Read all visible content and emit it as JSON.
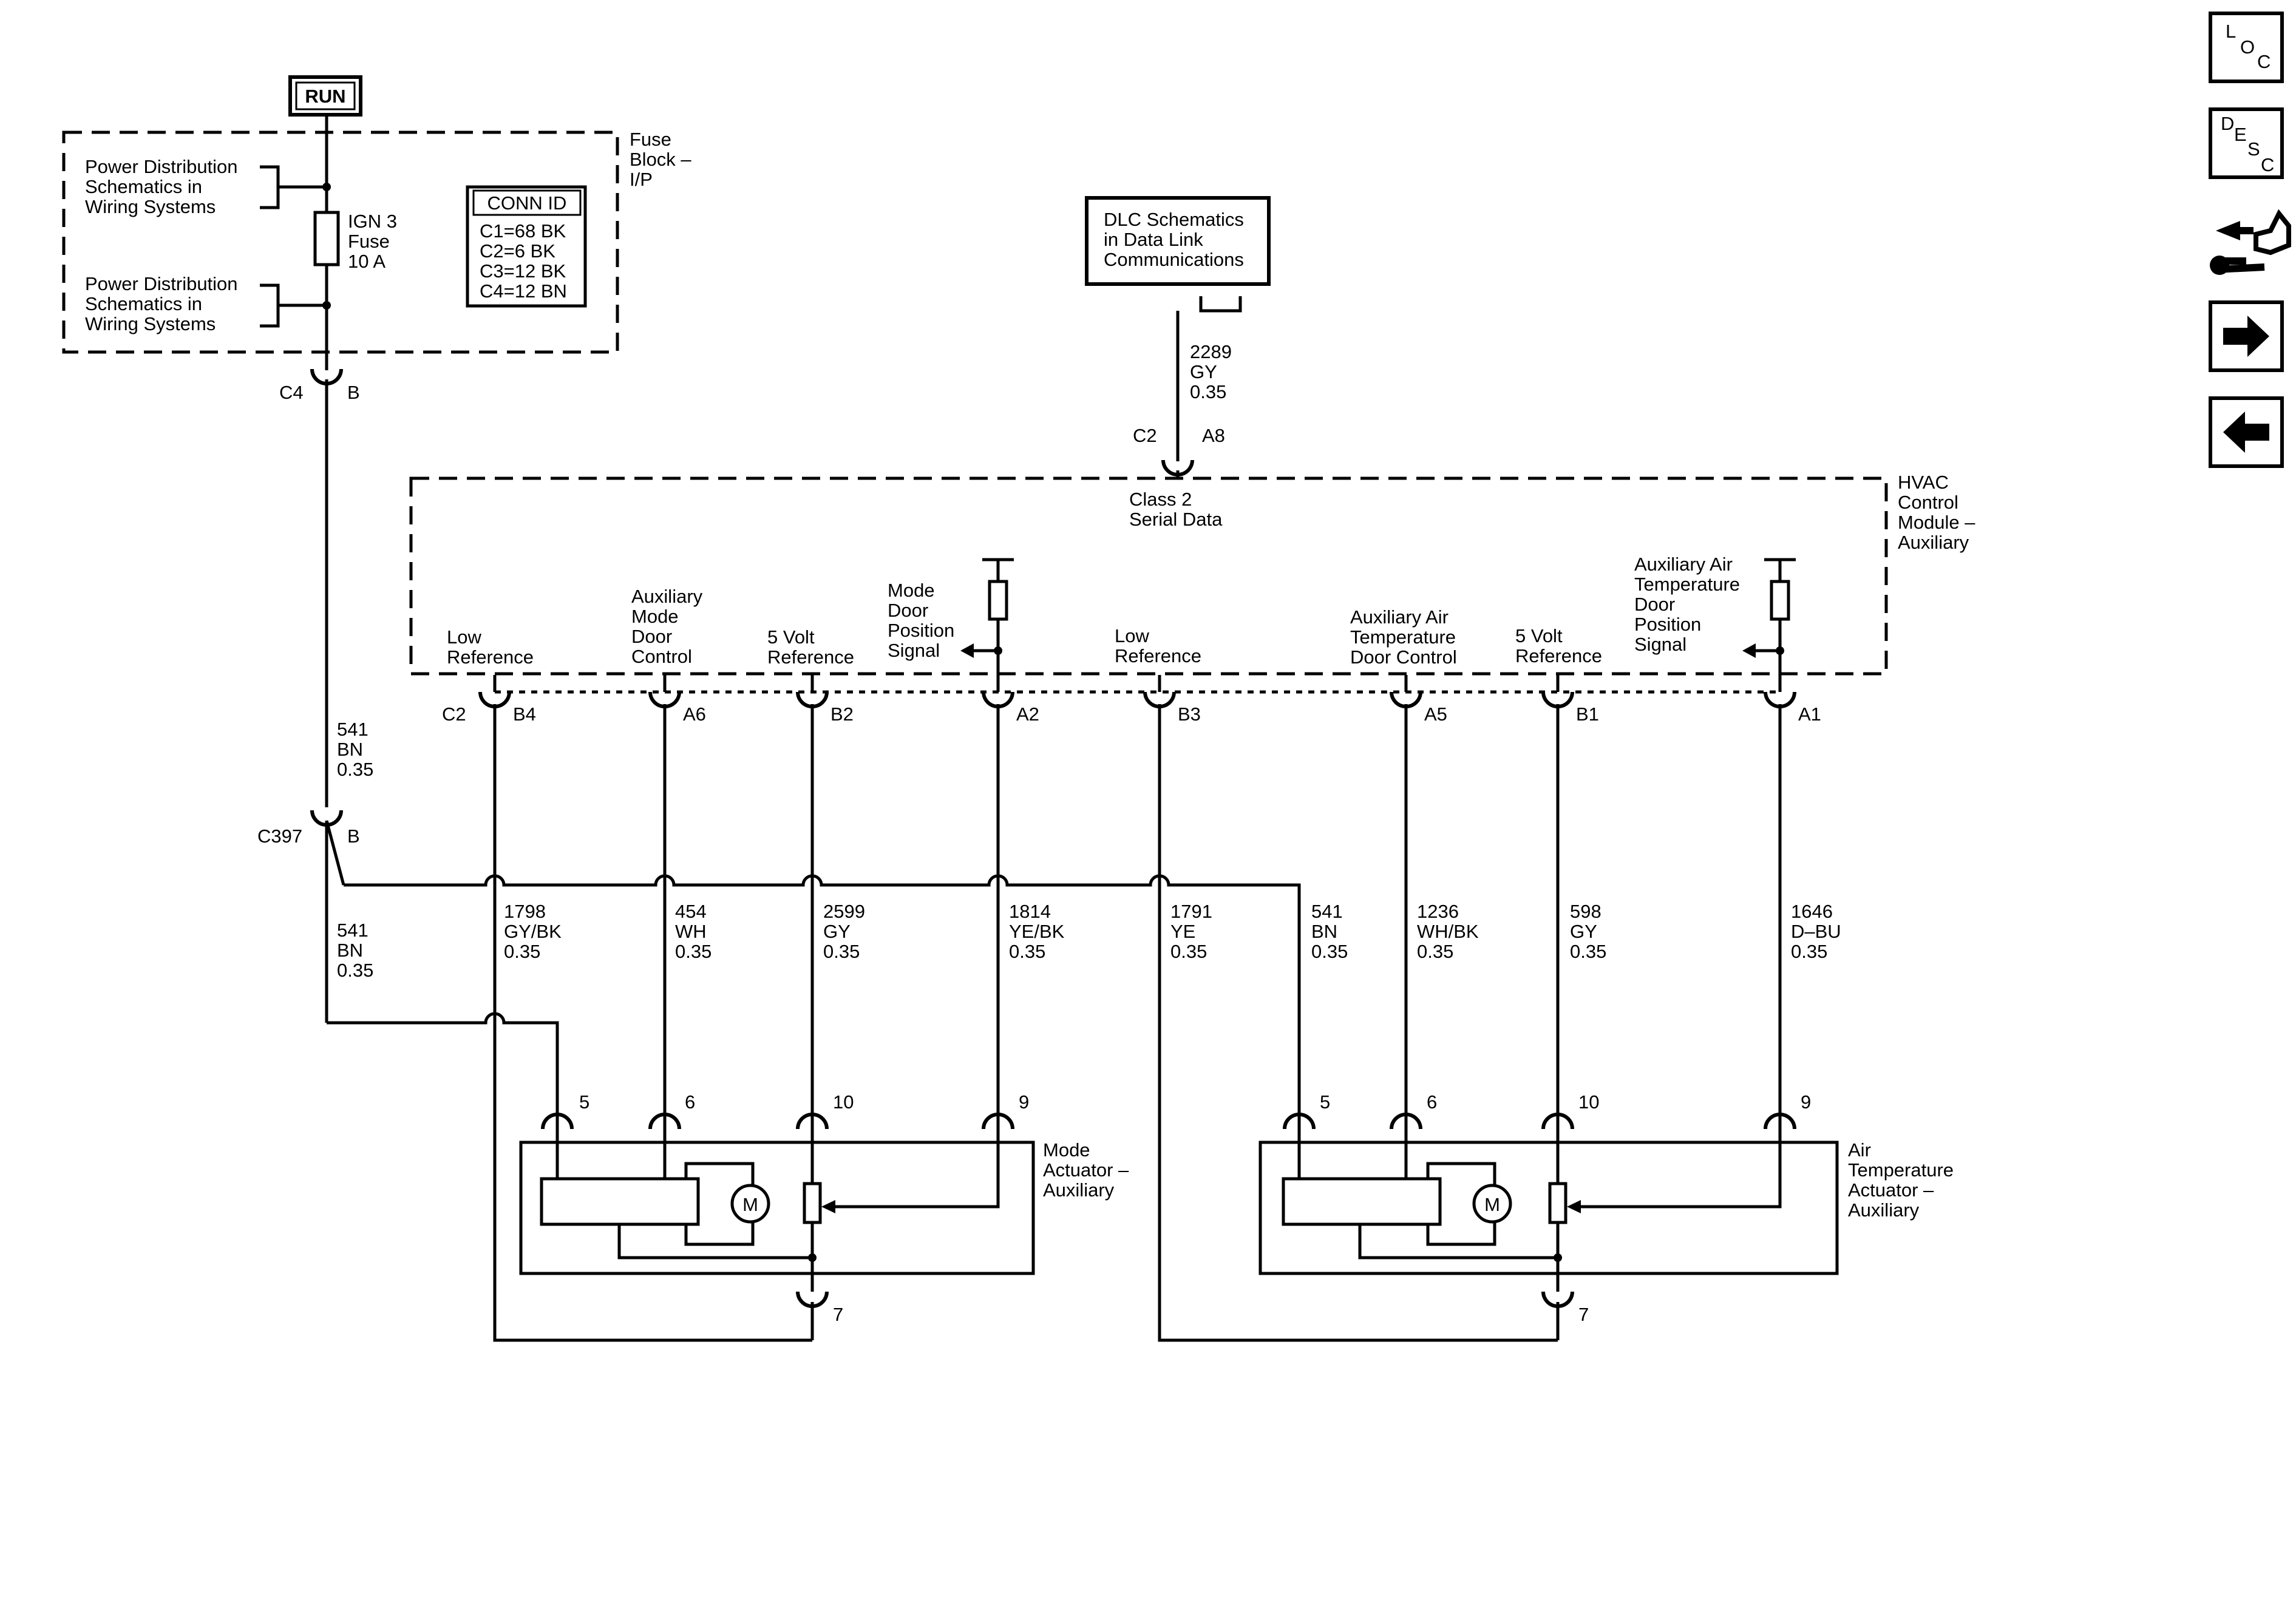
{
  "power": {
    "run_label": "RUN"
  },
  "fuse_block": {
    "label_lines": [
      "Fuse",
      "Block –",
      "I/P"
    ],
    "pd_refs": [
      [
        "Power Distribution",
        "Schematics in",
        "Wiring Systems"
      ],
      [
        "Power Distribution",
        "Schematics in",
        "Wiring Systems"
      ]
    ],
    "fuse_lines": [
      "IGN 3",
      "Fuse",
      "10 A"
    ],
    "conn_id": {
      "title": "CONN ID",
      "rows": [
        "C1=68 BK",
        "C2=6 BK",
        "C3=12 BK",
        "C4=12 BN"
      ]
    }
  },
  "connectors": {
    "c4": "C4",
    "c4_pin": "B",
    "c397": "C397",
    "c397_pin": "B",
    "c2_top": "C2",
    "c2_top_pin": "A8",
    "c2_bottom": "C2"
  },
  "dlc": {
    "lines": [
      "DLC Schematics",
      "in Data Link",
      "Communications"
    ]
  },
  "wire_2289": [
    "2289",
    "GY",
    "0.35"
  ],
  "wire_541_upper": [
    "541",
    "BN",
    "0.35"
  ],
  "wire_541_lower": [
    "541",
    "BN",
    "0.35"
  ],
  "hvac_module": {
    "label_lines": [
      "HVAC",
      "Control",
      "Module –",
      "Auxiliary"
    ],
    "serial_data": [
      "Class 2",
      "Serial Data"
    ],
    "circuits": [
      {
        "pin": "B4",
        "label": [
          "Low",
          "Reference"
        ],
        "wire": [
          "1798",
          "GY/BK",
          "0.35"
        ]
      },
      {
        "pin": "A6",
        "label": [
          "Auxiliary",
          "Mode",
          "Door",
          "Control"
        ],
        "wire": [
          "454",
          "WH",
          "0.35"
        ]
      },
      {
        "pin": "B2",
        "label": [
          "5 Volt",
          "Reference"
        ],
        "wire": [
          "2599",
          "GY",
          "0.35"
        ]
      },
      {
        "pin": "A2",
        "label": [
          "Mode",
          "Door",
          "Position",
          "Signal"
        ],
        "wire": [
          "1814",
          "YE/BK",
          "0.35"
        ]
      },
      {
        "pin": "B3",
        "label": [
          "Low",
          "Reference"
        ],
        "wire": [
          "1791",
          "YE",
          "0.35"
        ]
      },
      {
        "pin": "A5",
        "label": [
          "Auxiliary Air",
          "Temperature",
          "Door Control"
        ],
        "wire": [
          "1236",
          "WH/BK",
          "0.35"
        ]
      },
      {
        "pin": "B1",
        "label": [
          "5 Volt",
          "Reference"
        ],
        "wire": [
          "598",
          "GY",
          "0.35"
        ]
      },
      {
        "pin": "A1",
        "label": [
          "Auxiliary Air",
          "Temperature",
          "Door",
          "Position",
          "Signal"
        ],
        "wire": [
          "1646",
          "D–BU",
          "0.35"
        ]
      }
    ]
  },
  "wire_541_right": [
    "541",
    "BN",
    "0.35"
  ],
  "actuators": [
    {
      "label": [
        "Mode",
        "Actuator –",
        "Auxiliary"
      ],
      "pins": [
        "5",
        "6",
        "10",
        "9",
        "7"
      ],
      "motor": "M"
    },
    {
      "label": [
        "Air",
        "Temperature",
        "Actuator –",
        "Auxiliary"
      ],
      "pins": [
        "5",
        "6",
        "10",
        "9",
        "7"
      ],
      "motor": "M"
    }
  ],
  "nav_buttons": {
    "loc": [
      "L",
      "O",
      "C"
    ],
    "desc": [
      "D",
      "E",
      "S",
      "C"
    ],
    "icons": [
      "loc-button",
      "desc-button",
      "connector-tool-icon",
      "next-arrow-icon",
      "back-arrow-icon"
    ]
  }
}
